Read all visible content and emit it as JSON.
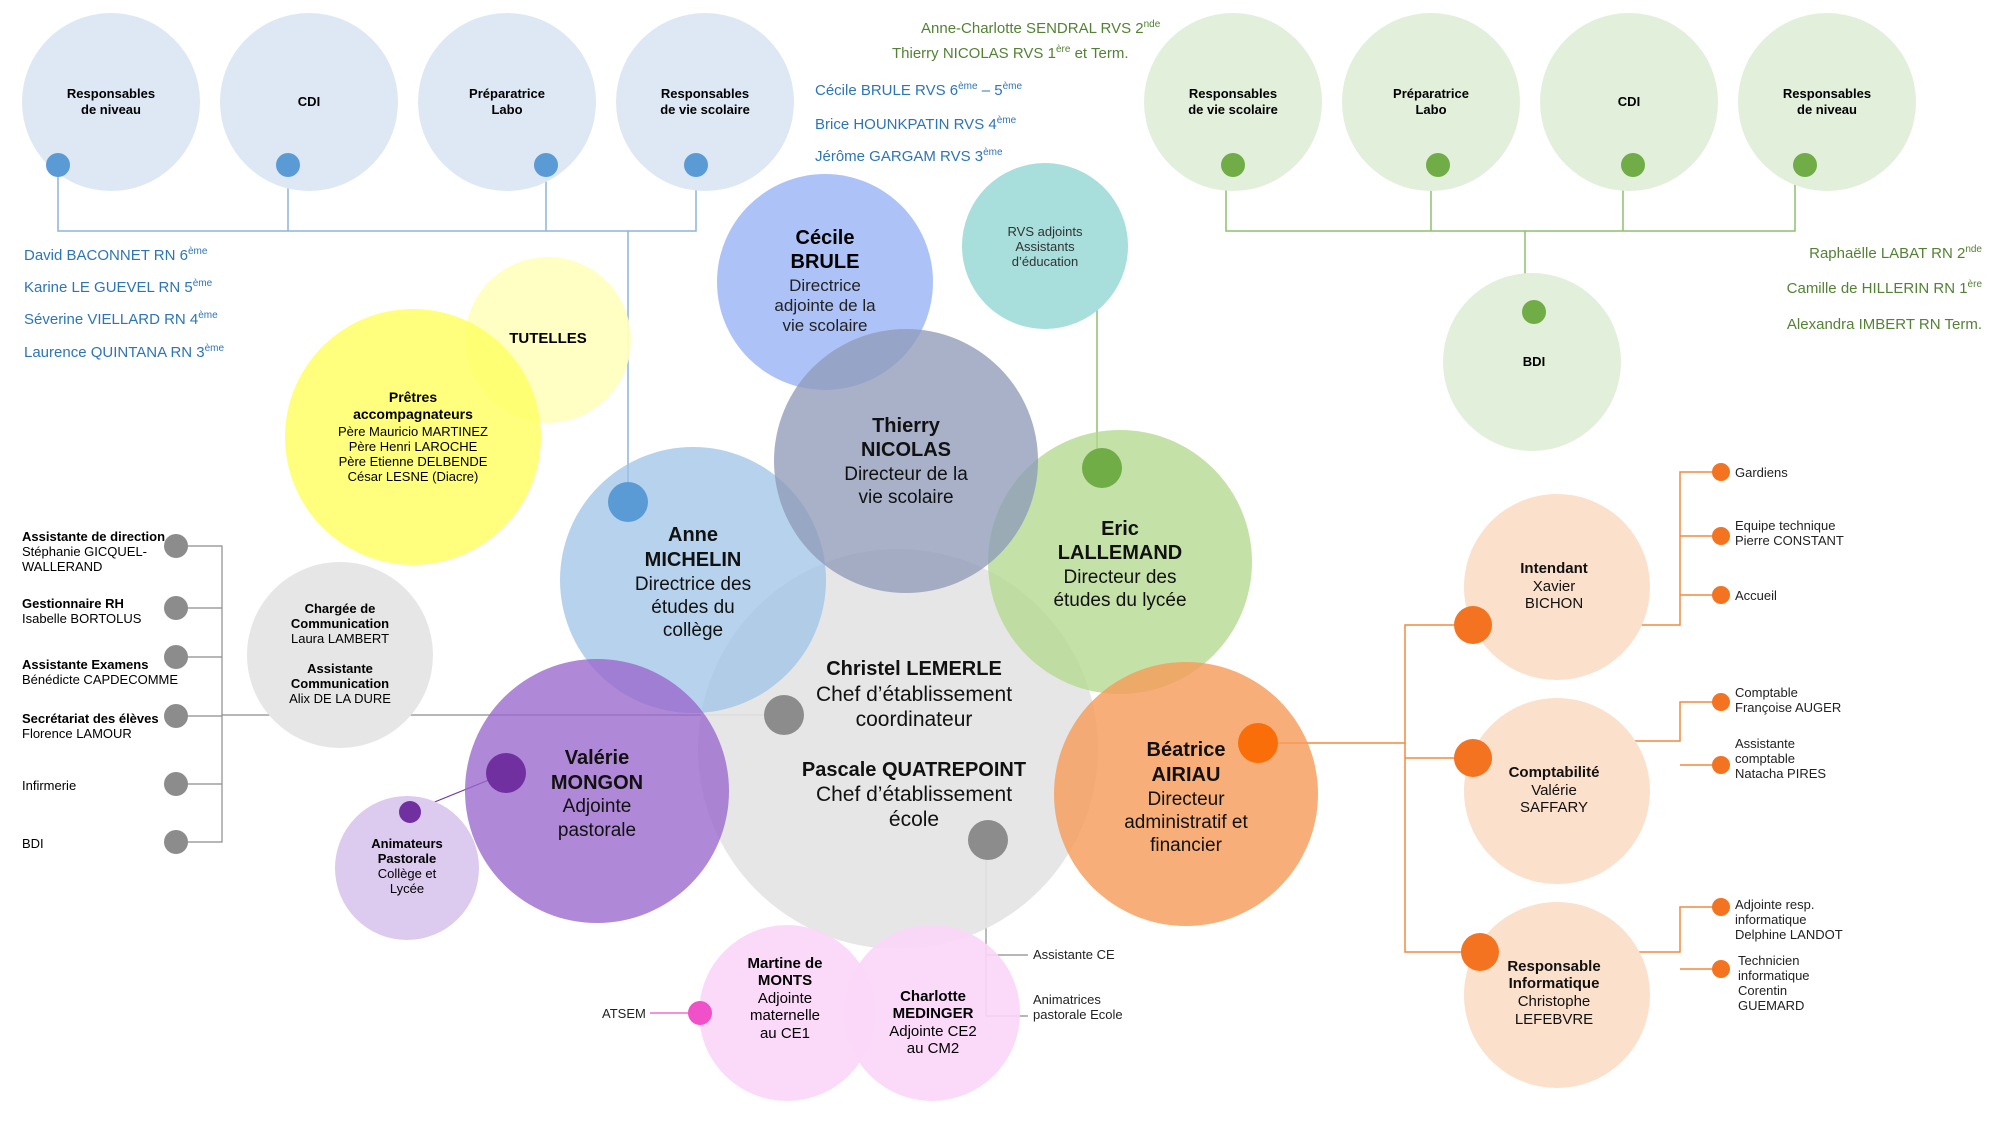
{
  "colors": {
    "blue_light": "#dde8f4",
    "blue_line": "#7fa7cf",
    "blue_dot": "#5b9bd5",
    "blue_text": "#2e75b6",
    "green_light": "#e2efda",
    "green_line": "#8dc16d",
    "green_dot": "#70ad47",
    "green_text": "#548235",
    "orange_light": "#fbe0cc",
    "orange_dot": "#f47320",
    "orange_line": "#f08a3e",
    "yellow": "#ffff66",
    "yellow_light": "#ffffc0",
    "grey_center": "#e3e3e3",
    "grey_dot": "#8c8c8c",
    "grey_line": "#8c8c8c",
    "purple": "#9966cc",
    "purple_light": "#dccaef",
    "purple_dot": "#7030a0",
    "pink_light": "#fbd6f8",
    "pink_dot": "#f050c8",
    "teal": "#a8dedb",
    "periwinkle": "#a4bdf7",
    "slate": "#9ea8c3",
    "lightblue_mid": "#9dc3e6",
    "green_mid": "#b3d98f"
  },
  "blue_top_circles": [
    {
      "lines": [
        "Responsables",
        "de niveau"
      ]
    },
    {
      "lines": [
        "CDI"
      ]
    },
    {
      "lines": [
        "Préparatrice",
        "Labo"
      ]
    },
    {
      "lines": [
        "Responsables",
        "de vie scolaire"
      ]
    }
  ],
  "green_top_circles": [
    {
      "lines": [
        "Responsables",
        "de vie scolaire"
      ]
    },
    {
      "lines": [
        "Préparatrice",
        "Labo"
      ]
    },
    {
      "lines": [
        "CDI"
      ]
    },
    {
      "lines": [
        "Responsables",
        "de niveau"
      ]
    }
  ],
  "bdi_label": "BDI",
  "rvs_adjoints": [
    "RVS adjoints",
    "Assistants",
    "d’éducation"
  ],
  "blue_rn_list": [
    {
      "text": "David BACONNET RN 6",
      "sup": "ème"
    },
    {
      "text": "Karine LE GUEVEL RN 5",
      "sup": "ème"
    },
    {
      "text": "Séverine VIELLARD RN 4",
      "sup": "ème"
    },
    {
      "text": "Laurence QUINTANA RN 3",
      "sup": "ème"
    }
  ],
  "blue_rvs_list": [
    {
      "text": "Cécile BRULE RVS 6",
      "sup": "ème",
      "rest": " – 5",
      "sup2": "ème"
    },
    {
      "text": "Brice HOUNKPATIN RVS 4",
      "sup": "ème"
    },
    {
      "text": "Jérôme GARGAM RVS 3",
      "sup": "ème"
    }
  ],
  "green_rvs_list": [
    {
      "text": "Anne-Charlotte SENDRAL RVS  2",
      "sup": "nde"
    },
    {
      "text": "Thierry NICOLAS RVS 1",
      "sup": "ère",
      "rest": " et Term."
    }
  ],
  "green_rn_list": [
    {
      "text": "Raphaëlle LABAT RN 2",
      "sup": "nde"
    },
    {
      "text": "Camille de HILLERIN RN 1",
      "sup": "ère"
    },
    {
      "text": "Alexandra IMBERT RN Term."
    }
  ],
  "tutelles": "TUTELLES",
  "pretres": {
    "title": [
      "Prêtres",
      "accompagnateurs"
    ],
    "names": [
      "Père Mauricio MARTINEZ",
      "Père Henri LAROCHE",
      "Père Etienne DELBENDE",
      "César LESNE (Diacre)"
    ]
  },
  "cecile": {
    "name": [
      "Cécile",
      "BRULE"
    ],
    "role": [
      "Directrice",
      "adjointe de la",
      "vie scolaire"
    ]
  },
  "thierry": {
    "name": [
      "Thierry",
      "NICOLAS"
    ],
    "role": [
      "Directeur de la",
      "vie scolaire"
    ]
  },
  "anne": {
    "name": [
      "Anne",
      "MICHELIN"
    ],
    "role": [
      "Directrice des",
      "études du",
      "collège"
    ]
  },
  "eric": {
    "name": [
      "Eric",
      "LALLEMAND"
    ],
    "role": [
      "Directeur des",
      "études du lycée"
    ]
  },
  "christel": {
    "name": "Christel LEMERLE",
    "role": [
      "Chef d’établissement",
      "coordinateur"
    ]
  },
  "pascale": {
    "name": "Pascale QUATREPOINT",
    "role": [
      "Chef d’établissement",
      "école"
    ]
  },
  "valerie": {
    "name": [
      "Valérie",
      "MONGON"
    ],
    "role": [
      "Adjointe",
      "pastorale"
    ]
  },
  "beatrice": {
    "name": [
      "Béatrice",
      "AIRIAU"
    ],
    "role": [
      "Directeur",
      "administratif et",
      "financier"
    ]
  },
  "animateurs": {
    "title": [
      "Animateurs",
      "Pastorale"
    ],
    "sub": [
      "Collège et",
      "Lycée"
    ]
  },
  "chargee": {
    "title1": [
      "Chargée de",
      "Communication"
    ],
    "name1": "Laura LAMBERT",
    "title2": [
      "Assistante",
      "Communication"
    ],
    "name2": "Alix DE LA DURE"
  },
  "left_staff": [
    {
      "title": "Assistante de direction",
      "names": [
        "Stéphanie GICQUEL-",
        "WALLERAND"
      ]
    },
    {
      "title": "Gestionnaire RH",
      "names": [
        "Isabelle BORTOLUS"
      ]
    },
    {
      "title": "Assistante Examens",
      "names": [
        "Bénédicte CAPDECOMME"
      ]
    },
    {
      "title": "Secrétariat des élèves",
      "names": [
        "Florence LAMOUR"
      ]
    },
    {
      "title": "",
      "names": [
        "Infirmerie"
      ]
    },
    {
      "title": "",
      "names": [
        "BDI"
      ]
    }
  ],
  "martine": {
    "name": [
      "Martine de",
      "MONTS"
    ],
    "role": [
      "Adjointe",
      "maternelle",
      "au CE1"
    ]
  },
  "charlotte": {
    "name": [
      "Charlotte",
      "MEDINGER"
    ],
    "role": [
      "Adjointe CE2",
      "au CM2"
    ]
  },
  "atsem": "ATSEM",
  "pascale_staff": [
    {
      "lines": [
        "Assistante CE"
      ]
    },
    {
      "lines": [
        "Animatrices",
        "pastorale Ecole"
      ]
    }
  ],
  "intendant": {
    "title": "Intendant",
    "names": [
      "Xavier",
      "BICHON"
    ]
  },
  "comptabilite": {
    "title": "Comptabilité",
    "names": [
      "Valérie",
      "SAFFARY"
    ]
  },
  "informatique": {
    "title": [
      "Responsable",
      "Informatique"
    ],
    "names": [
      "Christophe",
      "LEFEBVRE"
    ]
  },
  "intendant_staff": [
    {
      "lines": [
        "Gardiens"
      ]
    },
    {
      "lines": [
        "Equipe technique",
        "Pierre CONSTANT"
      ]
    },
    {
      "lines": [
        "Accueil"
      ]
    }
  ],
  "compta_staff": [
    {
      "lines": [
        "Comptable",
        "Françoise AUGER"
      ]
    },
    {
      "lines": [
        "Assistante",
        "comptable",
        "Natacha PIRES"
      ]
    }
  ],
  "info_staff": [
    {
      "lines": [
        "Adjointe resp.",
        "informatique",
        "Delphine LANDOT"
      ]
    },
    {
      "lines": [
        "Technicien",
        "informatique",
        "Corentin",
        "GUEMARD"
      ]
    }
  ]
}
